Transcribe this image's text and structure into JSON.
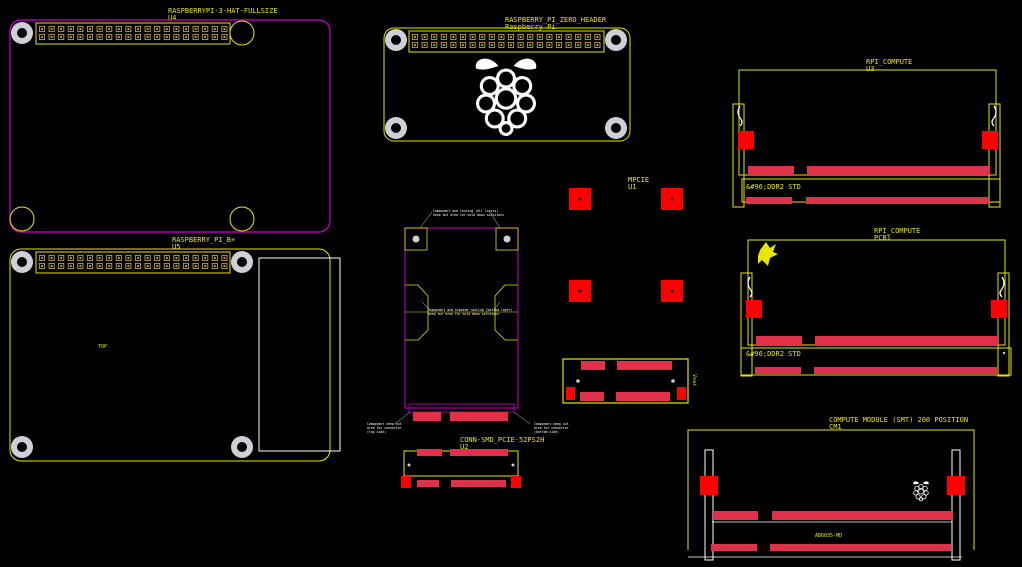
{
  "colors": {
    "background": "#000000",
    "silkscreen": "#e6e600",
    "courtyard": "#cc00cc",
    "copper_pad": "#ff0000",
    "pad_stripe": "#e0304a",
    "mounting_hole": "#cfcfd8",
    "header_pin": "#c0a040"
  },
  "footprints": {
    "hat_fullsize": {
      "name": "RASPBERRYPI-3-HAT-FULLSIZE",
      "ref": "U4"
    },
    "zero_header": {
      "name": "RASPBERRY_PI_ZERO_HEADER",
      "ref": "Raspberry_Pi"
    },
    "pi_bplus": {
      "name": "RASPBERRY_PI_B+",
      "ref": "U5",
      "side_text": "TOP"
    },
    "rpi_compute_u3": {
      "name": "RPI_COMPUTE",
      "ref": "U3",
      "socket_text": "&#96;DDR2 STD"
    },
    "rpi_compute_pcb1": {
      "name": "RPI_COMPUTE",
      "ref": "PCB1",
      "socket_text": "&#96;DDR2 STD"
    },
    "mpcie": {
      "name": "MPCIE",
      "ref": "U1"
    },
    "conn_smd_pcie": {
      "name": "CONN-SMD_PCIE-52PS2H",
      "ref": "U2"
    },
    "compute_module_smt": {
      "name": "COMPUTE MODULE (SMT) 200 POSITION",
      "ref": "CM1",
      "connector_label": "AB6035-MD"
    },
    "minipcie_mask": {
      "note_top": "Component and routing (all layers) keep out area for hold down solutions",
      "note_mid": "Component and exposed routing (bottom layer) keep out area for hold down solutions",
      "note_bl": "Component keep out area for connector (top side)",
      "note_br": "Component keep out area for connector (bottom side)"
    },
    "small_conn": {
      "side_label": "Vsa+"
    }
  }
}
